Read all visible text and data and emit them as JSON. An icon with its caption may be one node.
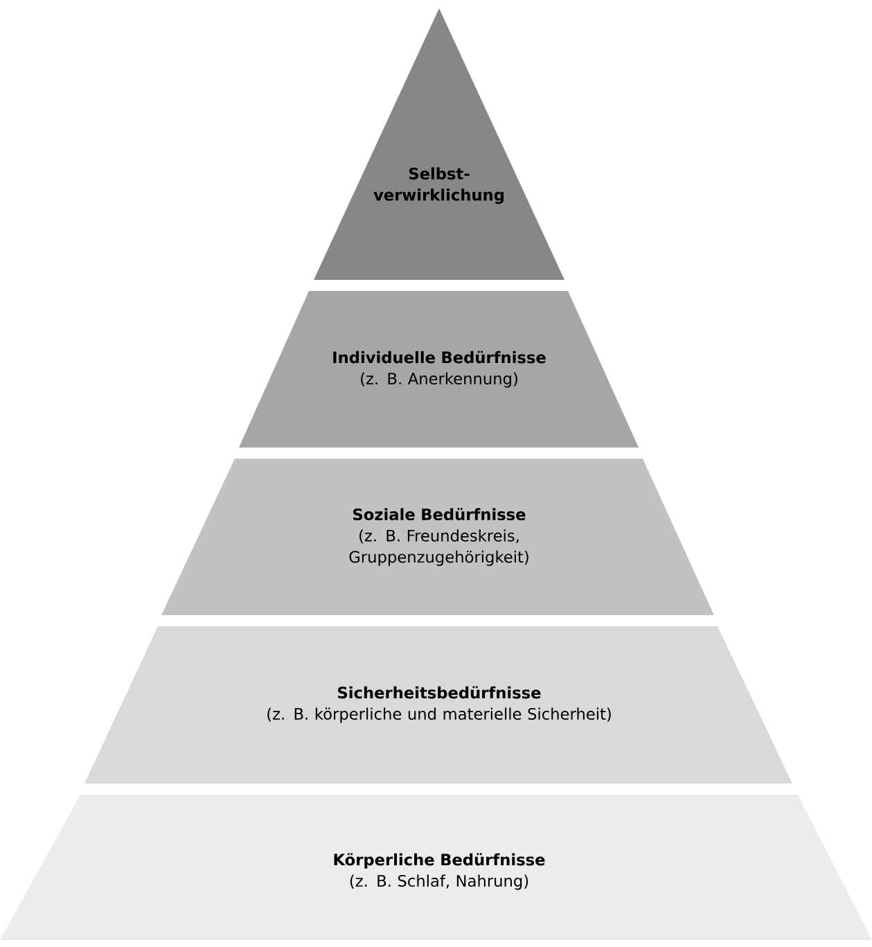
{
  "diagram": {
    "nodes": [
      {
        "text": [
          "Selbst- verwirklichung"
        ]
      },
      {
        "text": [
          "Individuelle Bedürfnisse",
          "(z. B. Anerkennung)"
        ]
      },
      {
        "text": [
          "Soziale Bedürfnisse",
          "(z. B. Freundeskreis, Gruppenzugehörigkeit)"
        ]
      },
      {
        "text": [
          "Sicherheitsbedürfnisse",
          "(z. B. körperliche und materielle Sicherheit)"
        ]
      },
      {
        "text": [
          "Körperliche Bedürfnisse",
          "(z. B. Schlaf, Nahrung)"
        ]
      }
    ]
  }
}
